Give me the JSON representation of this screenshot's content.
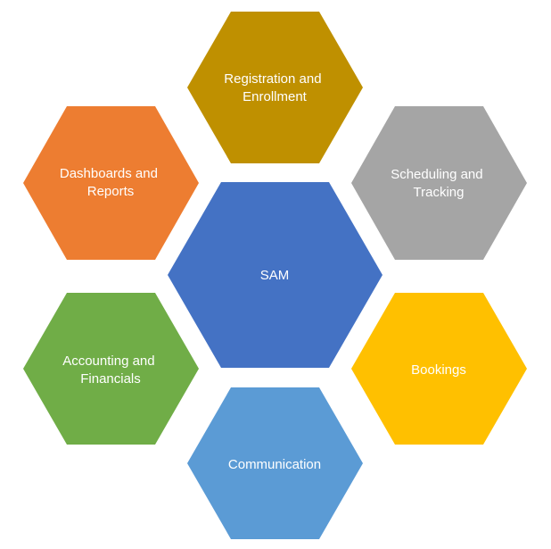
{
  "diagram": {
    "center": {
      "label": "SAM",
      "color": "#4472C4"
    },
    "modules": [
      {
        "id": "registration",
        "lines": [
          "Registration and",
          "Enrollment"
        ],
        "color": "#BF9000"
      },
      {
        "id": "scheduling",
        "lines": [
          "Scheduling and",
          "Tracking"
        ],
        "color": "#A5A5A5"
      },
      {
        "id": "bookings",
        "lines": [
          "Bookings"
        ],
        "color": "#FFC000"
      },
      {
        "id": "communication",
        "lines": [
          "Communication"
        ],
        "color": "#5B9BD5"
      },
      {
        "id": "accounting",
        "lines": [
          "Accounting and",
          "Financials"
        ],
        "color": "#70AD47"
      },
      {
        "id": "dashboards",
        "lines": [
          "Dashboards and",
          "Reports"
        ],
        "color": "#ED7D31"
      }
    ]
  }
}
